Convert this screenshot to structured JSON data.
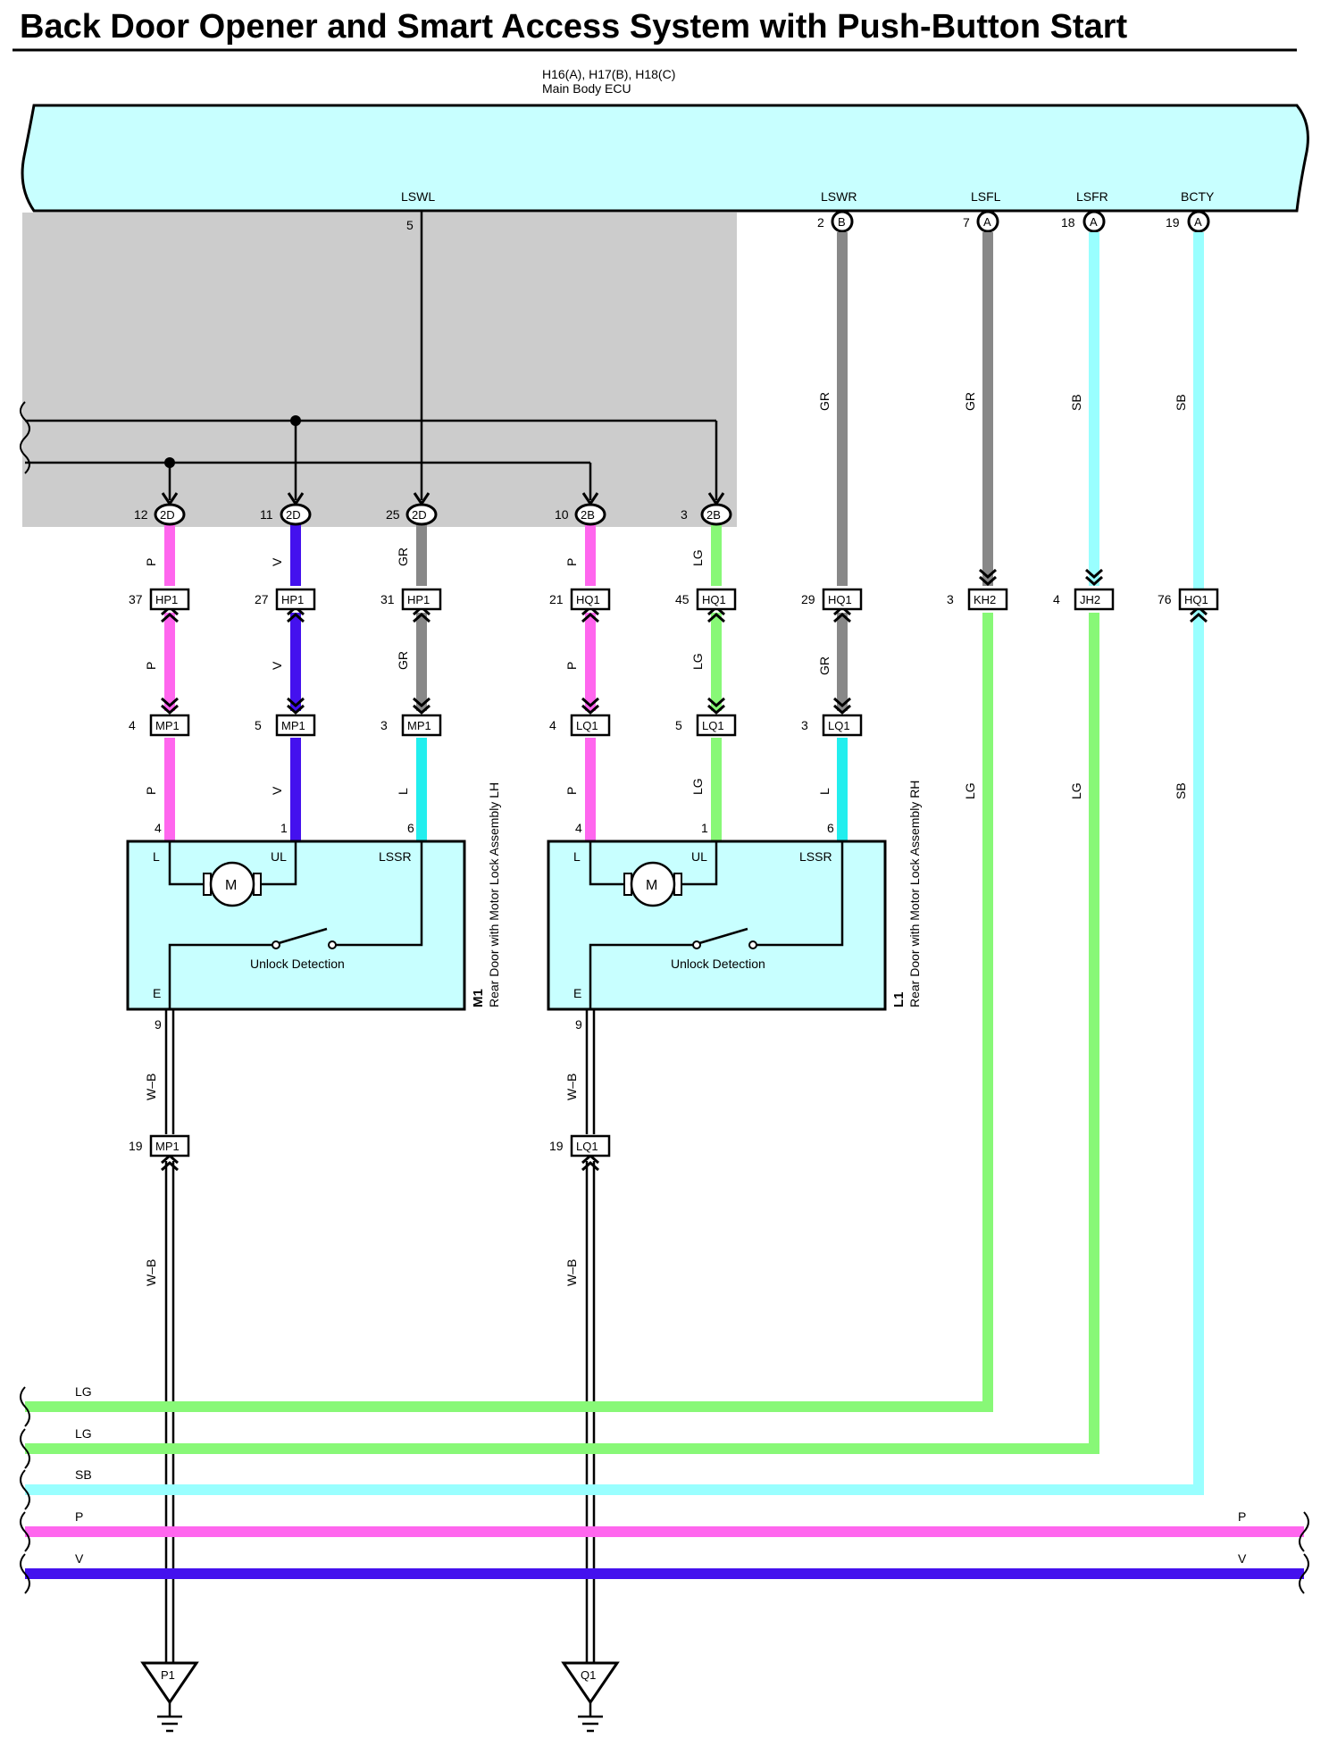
{
  "title": "Back Door Opener and Smart Access System with Push-Button Start",
  "ecu": {
    "connectors": "H16(A), H17(B), H18(C)",
    "name": "Main Body ECU",
    "terminals": [
      {
        "name": "LSWL",
        "pin": "5",
        "conn": ""
      },
      {
        "name": "LSWR",
        "pin": "2",
        "conn": "B"
      },
      {
        "name": "LSFL",
        "pin": "7",
        "conn": "A"
      },
      {
        "name": "LSFR",
        "pin": "18",
        "conn": "A"
      },
      {
        "name": "BCTY",
        "pin": "19",
        "conn": "A"
      }
    ]
  },
  "junction_2d_2b": [
    {
      "pin": "12",
      "conn": "2D"
    },
    {
      "pin": "11",
      "conn": "2D"
    },
    {
      "pin": "25",
      "conn": "2D"
    },
    {
      "pin": "10",
      "conn": "2B"
    },
    {
      "pin": "3",
      "conn": "2B"
    }
  ],
  "inline_upper": [
    {
      "pin": "37",
      "conn": "HP1"
    },
    {
      "pin": "27",
      "conn": "HP1"
    },
    {
      "pin": "31",
      "conn": "HP1"
    },
    {
      "pin": "21",
      "conn": "HQ1"
    },
    {
      "pin": "45",
      "conn": "HQ1"
    },
    {
      "pin": "29",
      "conn": "HQ1"
    },
    {
      "pin": "3",
      "conn": "KH2"
    },
    {
      "pin": "4",
      "conn": "JH2"
    },
    {
      "pin": "76",
      "conn": "HQ1"
    }
  ],
  "inline_lower": [
    {
      "pin": "4",
      "conn": "MP1"
    },
    {
      "pin": "5",
      "conn": "MP1"
    },
    {
      "pin": "3",
      "conn": "MP1"
    },
    {
      "pin": "4",
      "conn": "LQ1"
    },
    {
      "pin": "5",
      "conn": "LQ1"
    },
    {
      "pin": "3",
      "conn": "LQ1"
    }
  ],
  "wire_colors": {
    "P": "#ff66ee",
    "V": "#4411ee",
    "GR": "#888888",
    "LG": "#88f877",
    "SB": "#99ffff",
    "L": "#22eeee",
    "WB": "#000000"
  },
  "wire_codes": {
    "p": "P",
    "v": "V",
    "gr": "GR",
    "lg": "LG",
    "sb": "SB",
    "l": "L",
    "wb": "W–B"
  },
  "lock_lh": {
    "id": "M1",
    "name": "Rear Door with Motor Lock Assembly LH",
    "terminals": [
      "L",
      "UL",
      "LSSR",
      "E"
    ],
    "pins": [
      "4",
      "1",
      "6",
      "9"
    ],
    "motor": "M",
    "switch": "Unlock Detection"
  },
  "lock_rh": {
    "id": "L1",
    "name": "Rear Door with Motor Lock Assembly RH",
    "terminals": [
      "L",
      "UL",
      "LSSR",
      "E"
    ],
    "pins": [
      "4",
      "1",
      "6",
      "9"
    ],
    "motor": "M",
    "switch": "Unlock Detection"
  },
  "ground_inline": [
    {
      "pin": "19",
      "conn": "MP1"
    },
    {
      "pin": "19",
      "conn": "LQ1"
    }
  ],
  "grounds": [
    "P1",
    "Q1"
  ],
  "bus": [
    {
      "code": "LG"
    },
    {
      "code": "LG"
    },
    {
      "code": "SB"
    },
    {
      "code": "P"
    },
    {
      "code": "V"
    }
  ]
}
